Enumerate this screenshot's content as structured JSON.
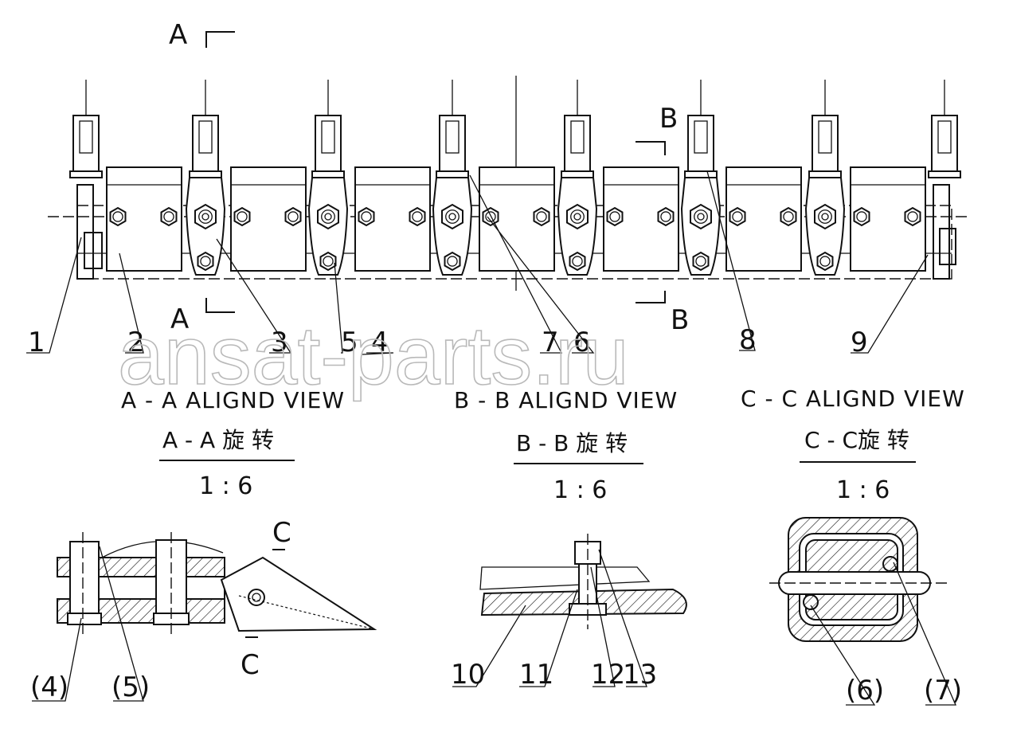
{
  "corner_mark": "",
  "section_marks": {
    "a_top": "A",
    "a_bottom": "A",
    "b_top": "B",
    "b_bottom": "B",
    "c_top": "C",
    "c_bottom": "C"
  },
  "callouts": [
    "1",
    "2",
    "3",
    "5",
    "4",
    "7",
    "6",
    "8",
    "9"
  ],
  "views": [
    {
      "title_en": "A - A ALIGND VIEW",
      "title_cn": "A - A 旋 转",
      "scale": "1 : 6"
    },
    {
      "title_en": "B - B ALIGND VIEW",
      "title_cn": "B - B 旋 转",
      "scale": "1 : 6"
    },
    {
      "title_en": "C - C ALIGND VIEW",
      "title_cn": "C - C旋 转",
      "scale": "1 : 6"
    }
  ],
  "detail_labels": {
    "a": [
      "(4)",
      "(5)"
    ],
    "b": [
      "10",
      "11",
      "12",
      "13"
    ],
    "c": [
      "(6)",
      "(7)"
    ]
  },
  "watermark": "ansat-parts.ru"
}
